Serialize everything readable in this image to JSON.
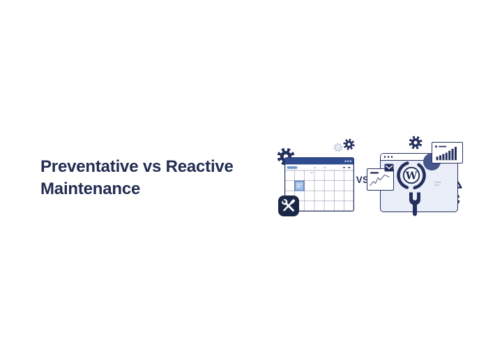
{
  "page": {
    "background": "#ffffff"
  },
  "title": {
    "text": "Preventative vs Reactive Maintenance"
  },
  "illustration": {
    "vs_label": "VS",
    "wordpress_initial": "W",
    "left_scene": "preventative-maintenance-calendar",
    "right_scene": "reactive-wordpress-site-fix",
    "icons": [
      "gear-icon",
      "gear-outline-icon",
      "gear-icon",
      "calendar-window",
      "wrench-screwdriver-badge-icon",
      "line-chart-card",
      "envelope-icon",
      "browser-window",
      "wordpress-logo",
      "pie-chart-icon",
      "bar-chart-card",
      "gear-icon",
      "warning-triangle-icon",
      "gear-icon",
      "wrench-icon"
    ],
    "colors": {
      "navy": "#232d52",
      "ink": "#24305c",
      "header_blue": "#2f4c90",
      "light_blue": "#6f98ce",
      "highlight": "#a4bfe6",
      "highlight_border": "#3a5da8",
      "window_bg": "#e9eef8",
      "light_outline": "#c2cbdd",
      "muted": "#8d99b8",
      "line_gray": "#717d99",
      "badge_bg": "#1b2747",
      "pie_body": "#46568c",
      "pie_slice": "#1f2b4e",
      "page_bg": "#ffffff"
    }
  }
}
